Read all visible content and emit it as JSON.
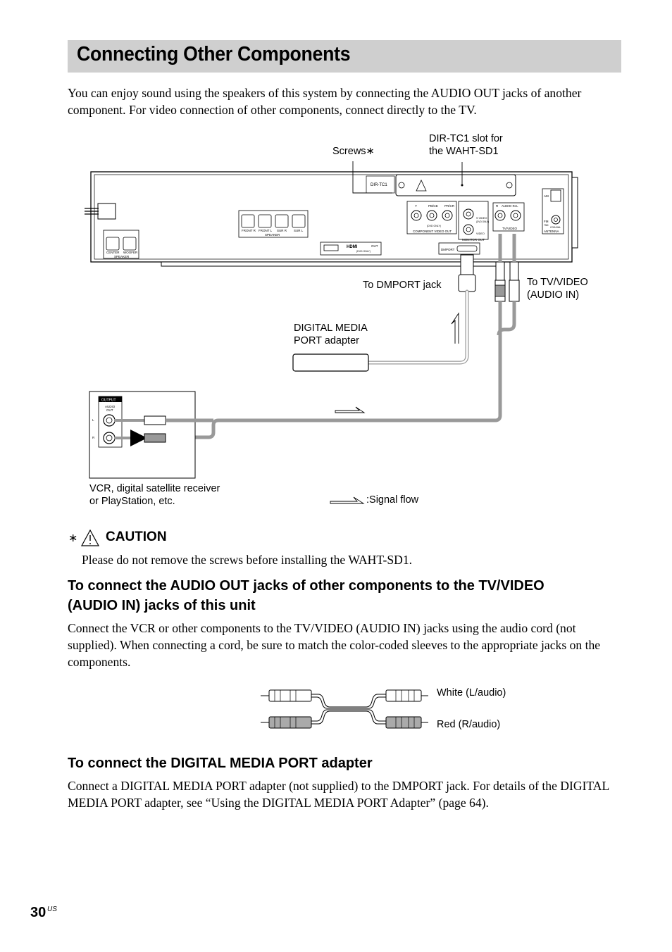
{
  "title": "Connecting Other Components",
  "intro": "You can enjoy sound using the speakers of this system by connecting the AUDIO OUT jacks of another component. For video connection of other components, connect directly to the TV.",
  "diagram": {
    "screws_label": "Screws∗",
    "slot_label_line1": "DIR-TC1 slot for",
    "slot_label_line2": "the WAHT-SD1",
    "dmport_label": "To DMPORT jack",
    "tv_video_line1": "To TV/VIDEO",
    "tv_video_line2": "(AUDIO IN)",
    "adapter_line1": "DIGITAL MEDIA",
    "adapter_line2": "PORT adapter",
    "vcr_line1": "VCR, digital satellite receiver",
    "vcr_line2": "or PlayStation, etc.",
    "signal_flow": ":Signal flow",
    "panel": {
      "dir_tc1": "DIR-TC1",
      "speaker_left": [
        "CENTER",
        "WOOFER"
      ],
      "speaker_left_caption": "SPEAKER",
      "speaker_main": [
        "FRONT R",
        "FRONT L",
        "SUR R",
        "SUR L"
      ],
      "speaker_main_caption": "SPEAKER",
      "hdmi": "HDMI",
      "hdmi_out": "OUT",
      "hdmi_sub": "(DVD ONLY)",
      "component": [
        "Y",
        "PB/CB",
        "PR/CR"
      ],
      "component_sub": "(DVD ONLY)",
      "component_caption": "COMPONENT VIDEO OUT",
      "svideo": "S VIDEO",
      "svideo_sub": "(DVD ONLY)",
      "video": "VIDEO",
      "monitor_out": "MONITOR OUT",
      "dmport": "DMPORT",
      "audio_in": "AUDIO IN",
      "audio_in_r": "R",
      "audio_in_l": "L",
      "tv_video_panel": "TV/VIDEO",
      "am": "AM",
      "fm": "FM",
      "fm_sub": "75Ω",
      "coaxial": "COAXIAL",
      "antenna": "ANTENNA"
    },
    "vcr_panel": {
      "output": "OUTPUT",
      "audio_out_line1": "AUDIO",
      "audio_out_line2": "OUT",
      "l": "L",
      "r": "R"
    }
  },
  "caution": {
    "asterisk": "∗",
    "label": "CAUTION",
    "text": "Please do not remove the screws before installing the WAHT-SD1."
  },
  "section1": {
    "heading_line1": "To connect the AUDIO OUT jacks of other components to the TV/VIDEO",
    "heading_line2": "(AUDIO IN) jacks of this unit",
    "body": "Connect the VCR or other components to the TV/VIDEO (AUDIO IN) jacks using the audio cord (not supplied). When connecting a cord, be sure to match the color-coded sleeves to the appropriate jacks on the components.",
    "white_label": "White (L/audio)",
    "red_label": "Red (R/audio)"
  },
  "section2": {
    "heading": "To connect the DIGITAL MEDIA PORT adapter",
    "body": "Connect a DIGITAL MEDIA PORT adapter (not supplied) to the DMPORT jack. For details of the DIGITAL MEDIA PORT adapter, see “Using the DIGITAL MEDIA PORT Adapter” (page 64)."
  },
  "page": {
    "number": "30",
    "suffix": "US"
  }
}
